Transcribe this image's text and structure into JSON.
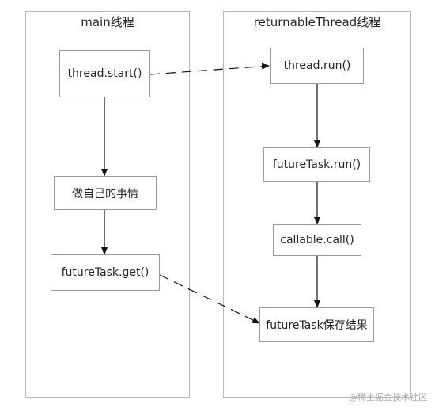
{
  "lanes": {
    "main": {
      "title": "main线程"
    },
    "returnable": {
      "title": "returnableThread线程"
    }
  },
  "nodes": {
    "thread_start": "thread.start()",
    "do_own_work": "做自己的事情",
    "future_get": "futureTask.get()",
    "thread_run": "thread.run()",
    "future_run": "futureTask.run()",
    "callable_call": "callable.call()",
    "future_save": "futureTask保存结果"
  },
  "watermark": "@稀土掘金技术社区",
  "colors": {
    "line": "#111111",
    "border": "#9a9a9a",
    "lane_border": "#b8b8b8"
  }
}
